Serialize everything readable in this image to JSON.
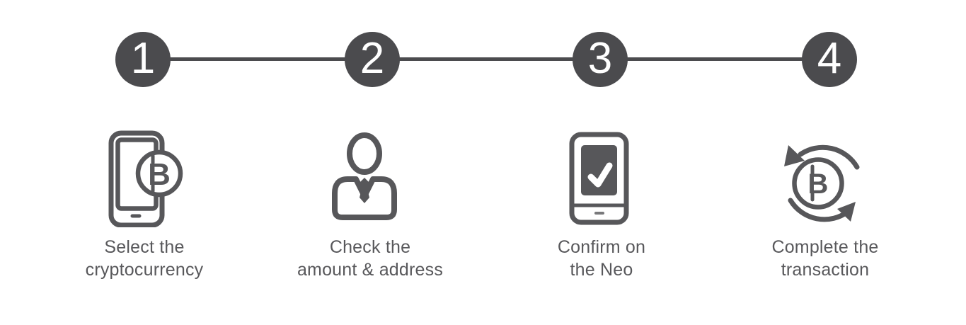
{
  "page": {
    "background_color": "#ffffff",
    "description_colors": {
      "step_circle": "#4b4b4e",
      "connector_line": "#4b4b4e",
      "icon_stroke": "#57575a",
      "label_text": "#58585b",
      "checkmark": "#ffffff",
      "step_number_text": "#ffffff"
    }
  },
  "icon_glyphs": {
    "bitcoin_symbol": "B"
  },
  "steps": [
    {
      "number": "1",
      "icon": "phone-bitcoin-icon",
      "label_line1": "Select the",
      "label_line2": "cryptocurrency"
    },
    {
      "number": "2",
      "icon": "businessman-icon",
      "label_line1": "Check the",
      "label_line2": "amount & address"
    },
    {
      "number": "3",
      "icon": "device-check-icon",
      "label_line1": "Confirm on",
      "label_line2": "the Neo"
    },
    {
      "number": "4",
      "icon": "bitcoin-refresh-icon",
      "label_line1": "Complete the",
      "label_line2": "transaction"
    }
  ]
}
